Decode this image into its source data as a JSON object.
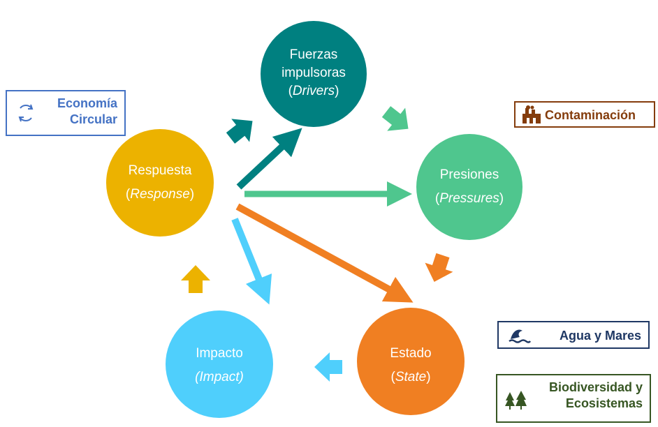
{
  "nodes": {
    "drivers": {
      "line1": "Fuerzas",
      "line2": "impulsoras",
      "line3_pre": "(",
      "line3_it": "Drivers",
      "line3_post": ")",
      "color": "#008080"
    },
    "pressures": {
      "line1": "Presiones",
      "line2_pre": "(",
      "line2_it": "Pressures",
      "line2_post": ")",
      "color": "#4fc68e"
    },
    "state": {
      "line1": "Estado",
      "line2_pre": "(",
      "line2_it": "State",
      "line2_post": ")",
      "color": "#f07f22"
    },
    "impact": {
      "line1": "Impacto",
      "line2_it": "(Impact)",
      "color": "#4fcffc"
    },
    "response": {
      "line1": "Respuesta",
      "line2_pre": "(",
      "line2_it": "Response",
      "line2_post": ")",
      "color": "#ecb200"
    }
  },
  "badges": {
    "economia": {
      "line1": "Economía",
      "line2": "Circular",
      "icon": "circular-arrows-icon",
      "color": "#4472c4"
    },
    "contaminacion": {
      "label": "Contaminación",
      "icon": "factory-icon",
      "color": "#843c0c"
    },
    "agua": {
      "label": "Agua y Mares",
      "icon": "wave-icon",
      "color": "#1f3864"
    },
    "biodiversidad": {
      "line1": "Biodiversidad y",
      "line2": "Ecosistemas",
      "icon": "trees-icon",
      "color": "#375623"
    }
  }
}
